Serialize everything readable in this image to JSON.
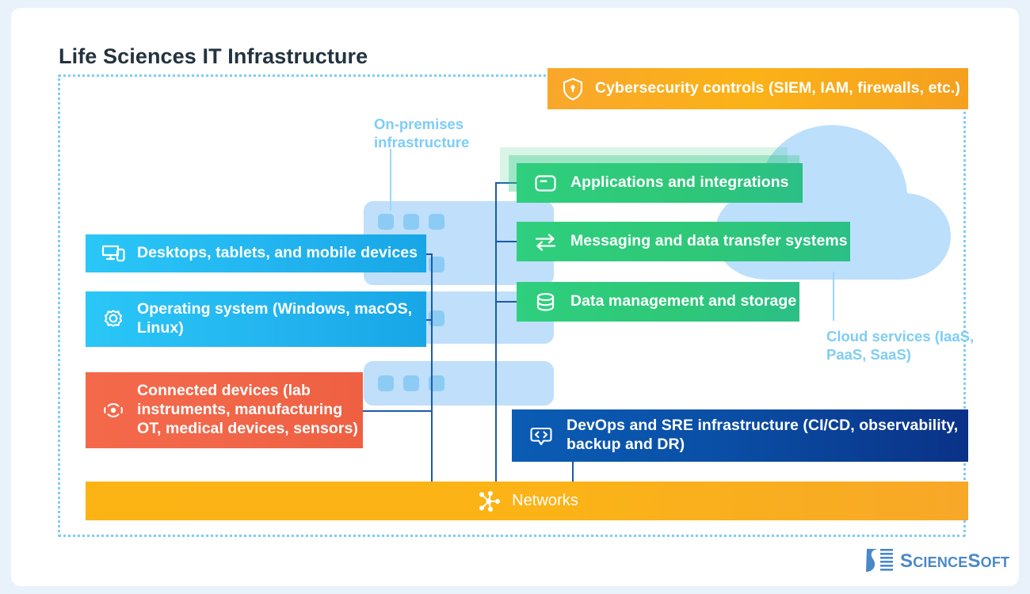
{
  "page": {
    "title": "Life Sciences IT Infrastructure",
    "background_color": "#e9f2fb",
    "card_color": "#ffffff",
    "frame_border_color": "#7ecdf5"
  },
  "captions": {
    "on_premises": "On-premises infrastructure",
    "cloud": "Cloud services (IaaS, PaaS, SaaS)",
    "caption_color": "#7ecdf5"
  },
  "security": {
    "label": "Cybersecurity controls (SIEM, IAM, firewalls, etc.)",
    "icon": "shield-icon",
    "color": "#fbb217"
  },
  "cloud_layer": {
    "color": "#bcdffb",
    "items": [
      {
        "label": "Applications and integrations",
        "icon": "window-icon",
        "color": "#2ecf7e"
      },
      {
        "label": "Messaging and data transfer systems",
        "icon": "exchange-arrows-icon",
        "color": "#2ec878"
      },
      {
        "label": "Data management and storage",
        "icon": "database-icon",
        "color": "#2bbf86"
      }
    ]
  },
  "endpoint_layer": {
    "items": [
      {
        "label": "Desktops, tablets, and mobile devices",
        "icon": "desktop-mobile-icon",
        "color": "#22b3ef"
      },
      {
        "label": "Operating system (Windows, macOS, Linux)",
        "icon": "gear-icon",
        "color": "#18a6e6"
      },
      {
        "label": "Connected devices (lab instruments, manufacturing OT, medical devices, sensors)",
        "icon": "iot-sensor-icon",
        "color": "#f2674a"
      }
    ]
  },
  "devops": {
    "label": "DevOps and SRE infrastructure (CI/CD, observability, backup and DR)",
    "icon": "code-brackets-icon",
    "color": "#0a4fa6"
  },
  "networks": {
    "label": "Networks",
    "icon": "network-nodes-icon",
    "color": "#fbb317"
  },
  "rack": {
    "name": "server-rack-illustration",
    "color": "#bfdffa",
    "led_color": "#8ccbf4"
  },
  "logo": {
    "name_primary": "S",
    "name_small_1": "CIENCE",
    "name_mid": "S",
    "name_small_2": "OFT",
    "color": "#4a88c7"
  }
}
